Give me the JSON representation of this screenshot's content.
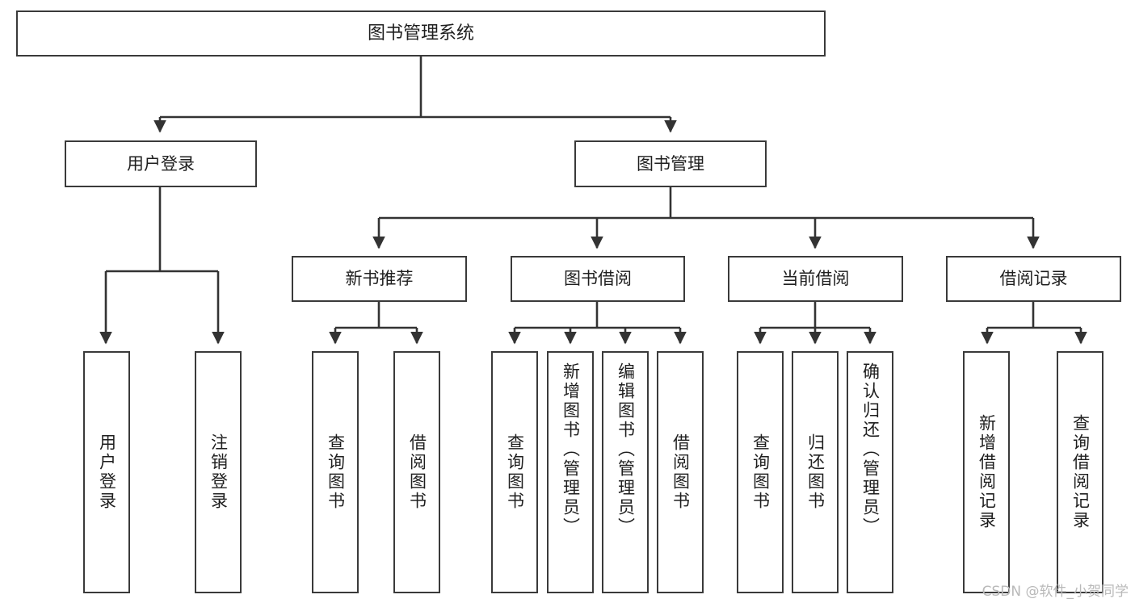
{
  "diagram": {
    "title": "图书管理系统",
    "type": "tree-hierarchy-diagram",
    "colors": {
      "box_border": "#3a3a3a",
      "box_fill": "#ffffff",
      "edge": "#333333",
      "text": "#1f1f1f",
      "watermark": "#b9b9b9",
      "background": "#ffffff"
    },
    "root": {
      "label": "图书管理系统"
    },
    "level2": [
      {
        "label": "用户登录"
      },
      {
        "label": "图书管理"
      }
    ],
    "level3": [
      {
        "label": "新书推荐"
      },
      {
        "label": "图书借阅"
      },
      {
        "label": "当前借阅"
      },
      {
        "label": "借阅记录"
      }
    ],
    "leaves": {
      "user_login": [
        {
          "label": "用户登录"
        },
        {
          "label": "注销登录"
        }
      ],
      "new_book_recommend": [
        {
          "label": "查询图书"
        },
        {
          "label": "借阅图书"
        }
      ],
      "book_borrow": [
        {
          "label": "查询图书"
        },
        {
          "label": "新增图书（管理员）"
        },
        {
          "label": "编辑图书（管理员）"
        },
        {
          "label": "借阅图书"
        }
      ],
      "current_borrow": [
        {
          "label": "查询图书"
        },
        {
          "label": "归还图书"
        },
        {
          "label": "确认归还（管理员）"
        }
      ],
      "borrow_record": [
        {
          "label": "新增借阅记录"
        },
        {
          "label": "查询借阅记录"
        }
      ]
    }
  },
  "watermark": {
    "text": "CSDN @软件_小贺同学"
  }
}
